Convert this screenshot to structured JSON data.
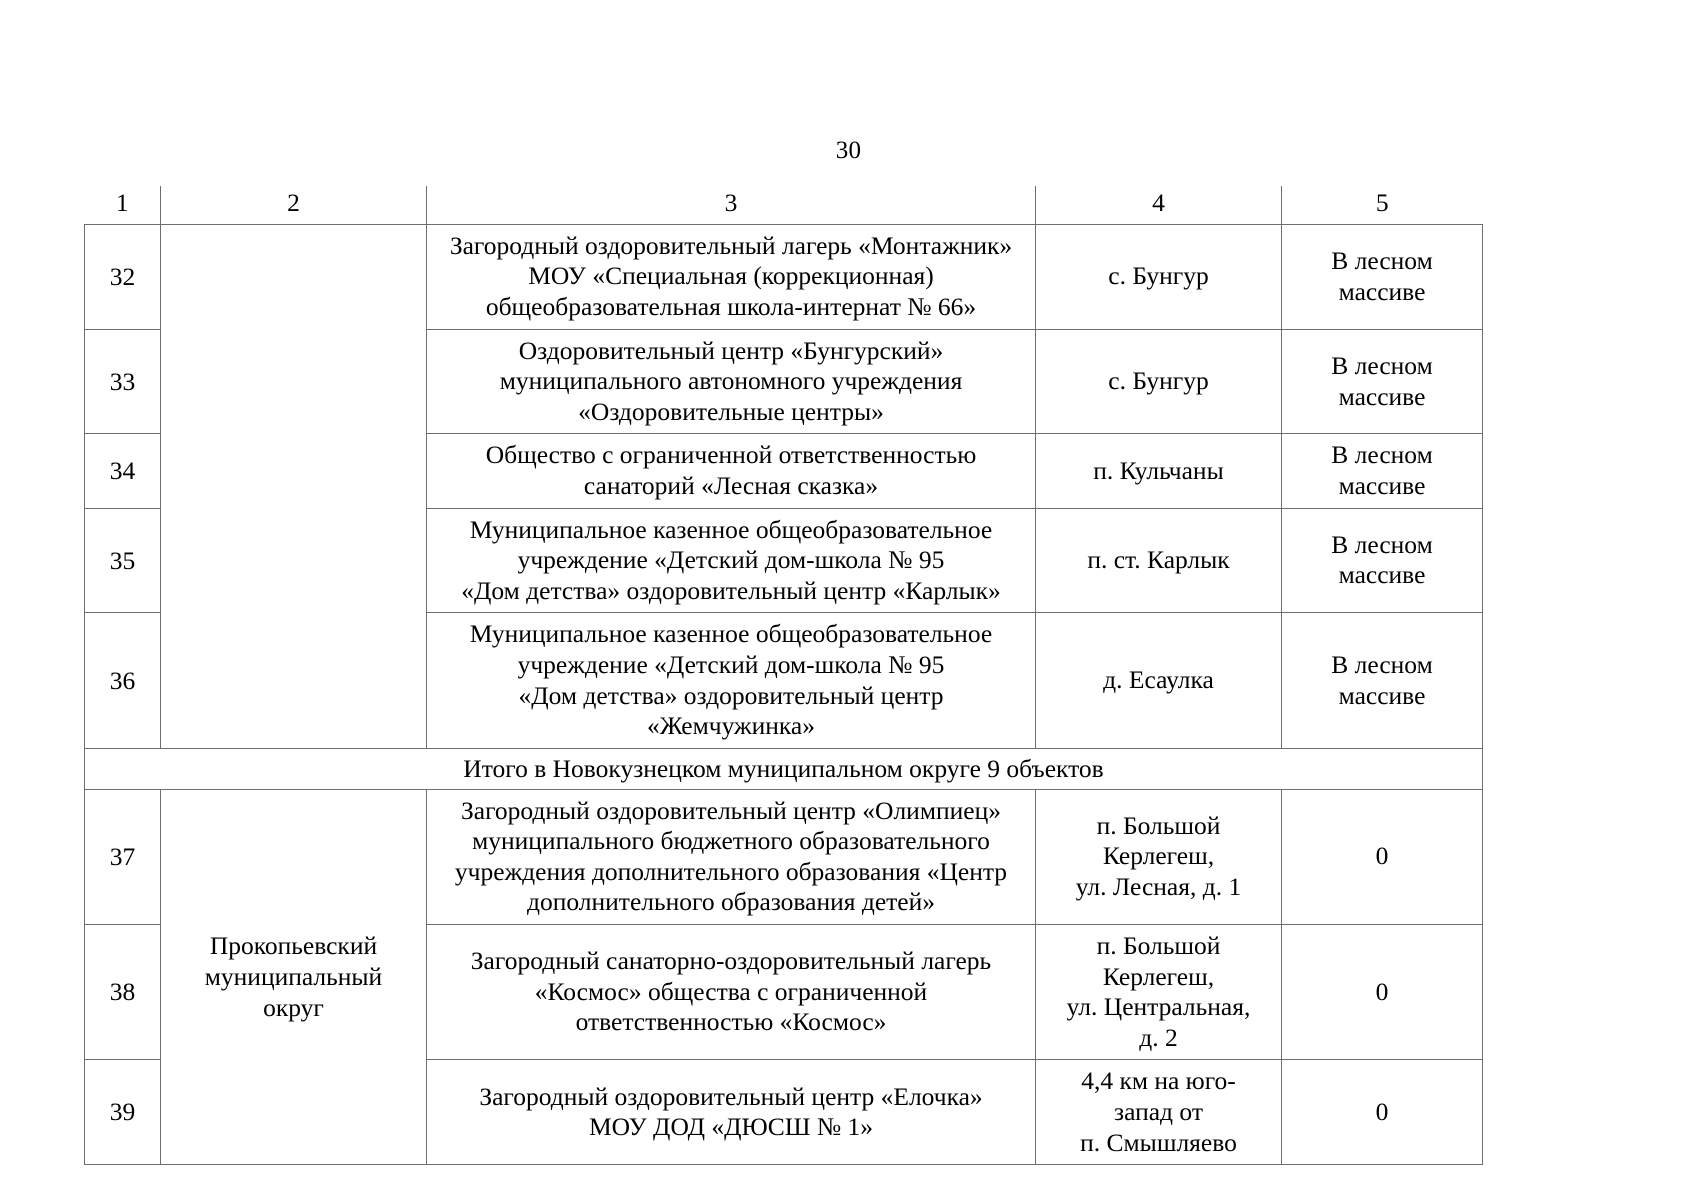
{
  "document": {
    "page_number": "30",
    "column_headers": [
      "1",
      "2",
      "3",
      "4",
      "5"
    ]
  },
  "rows": [
    {
      "num": "32",
      "district": "",
      "name_lines": [
        "Загородный оздоровительный лагерь «Монтажник»",
        "МОУ «Специальная (коррекционная)",
        "общеобразовательная школа-интернат № 66»"
      ],
      "place_lines": [
        "с. Бунгур"
      ],
      "note_lines": [
        "В лесном",
        "массиве"
      ]
    },
    {
      "num": "33",
      "district": "",
      "name_lines": [
        "Оздоровительный центр «Бунгурский»",
        "муниципального автономного учреждения",
        "«Оздоровительные центры»"
      ],
      "place_lines": [
        "с. Бунгур"
      ],
      "note_lines": [
        "В лесном",
        "массиве"
      ]
    },
    {
      "num": "34",
      "district": "",
      "name_lines": [
        "Общество с ограниченной ответственностью",
        "санаторий «Лесная сказка»"
      ],
      "place_lines": [
        "п. Кульчаны"
      ],
      "note_lines": [
        "В лесном",
        "массиве"
      ]
    },
    {
      "num": "35",
      "district": "",
      "name_lines": [
        "Муниципальное казенное общеобразовательное",
        "учреждение «Детский дом-школа № 95",
        "«Дом детства» оздоровительный центр «Карлык»"
      ],
      "place_lines": [
        "п. ст. Карлык"
      ],
      "note_lines": [
        "В лесном",
        "массиве"
      ]
    },
    {
      "num": "36",
      "district": "",
      "name_lines": [
        "Муниципальное казенное общеобразовательное",
        "учреждение «Детский дом-школа № 95",
        "«Дом детства» оздоровительный центр",
        "«Жемчужинка»"
      ],
      "place_lines": [
        "д. Есаулка"
      ],
      "note_lines": [
        "В лесном",
        "массиве"
      ]
    }
  ],
  "total_row": {
    "text": "Итого в Новокузнецком муниципальном округе 9 объектов"
  },
  "rows2": [
    {
      "num": "37",
      "name_lines": [
        "Загородный оздоровительный центр «Олимпиец»",
        "муниципального бюджетного образовательного",
        "учреждения дополнительного образования «Центр",
        "дополнительного образования детей»"
      ],
      "place_lines": [
        "п. Большой",
        "Керлегеш,",
        "ул. Лесная, д. 1"
      ],
      "note_lines": [
        "0"
      ]
    },
    {
      "num": "38",
      "name_lines": [
        "Загородный санаторно-оздоровительный лагерь",
        "«Космос» общества с ограниченной",
        "ответственностью «Космос»"
      ],
      "place_lines": [
        "п. Большой",
        "Керлегеш,",
        "ул. Центральная,",
        "д. 2"
      ],
      "note_lines": [
        "0"
      ]
    },
    {
      "num": "39",
      "name_lines": [
        "Загородный оздоровительный центр «Елочка»",
        "МОУ ДОД «ДЮСШ № 1»"
      ],
      "place_lines": [
        "4,4 км на юго-",
        "запад от",
        "п. Смышляево"
      ],
      "note_lines": [
        "0"
      ]
    }
  ],
  "district2": {
    "lines": [
      "Прокопьевский",
      "муниципальный",
      "округ"
    ]
  },
  "colors": {
    "text": "#000000",
    "border": "#6e6e6e",
    "background": "#ffffff"
  }
}
